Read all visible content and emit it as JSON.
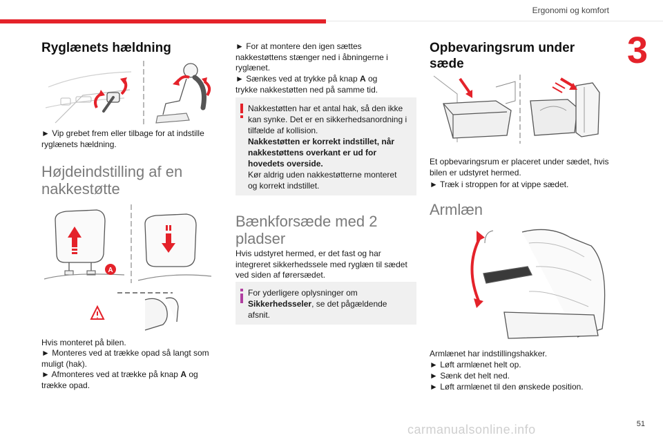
{
  "header": {
    "section_title": "Ergonomi og komfort",
    "chapter_number": "3",
    "page_number": "51"
  },
  "col1": {
    "heading_recline": "Ryglænets hældning",
    "recline_text": "► Vip grebet frem eller tilbage for at indstille ryglænets hældning.",
    "heading_headrest": "Højdeindstilling af en nakkestøtte",
    "label_a": "A",
    "headrest_intro": "Hvis monteret på bilen.",
    "headrest_step1": "► Monteres ved at trække opad så langt som muligt (hak).",
    "headrest_step2_pre": "► Afmonteres ved at trække på knap ",
    "headrest_step2_bold": "A",
    "headrest_step2_post": " og trække opad."
  },
  "col2": {
    "refit_step1": "► For at montere den igen sættes nakkestøttens stænger ned i åbningerne i ryglænet.",
    "refit_step2_pre": "► Sænkes ved at trykke på knap ",
    "refit_step2_bold": "A",
    "refit_step2_post": " og trykke nakkestøtten ned på samme tid.",
    "warning_line1": "Nakkestøtten har et antal hak, så den ikke kan synke. Det er en sikkerhedsanordning i tilfælde af kollision.",
    "warning_bold": "Nakkestøtten er korrekt indstillet, når nakkestøttens overkant er ud for hovedets overside.",
    "warning_line2": "Kør aldrig uden nakkestøtterne monteret og korrekt indstillet.",
    "heading_bench": "Bænkforsæde med 2 pladser",
    "bench_text": "Hvis udstyret hermed, er det fast og har integreret sikkerhedssele med ryglæn til sædet ved siden af førersædet.",
    "info_pre": "For yderligere oplysninger om ",
    "info_bold": "Sikkerhedsseler",
    "info_post": ", se det pågældende afsnit."
  },
  "col3": {
    "heading_storage": "Opbevaringsrum under sæde",
    "storage_text": "Et opbevaringsrum er placeret under sædet, hvis bilen er udstyret hermed.",
    "storage_step": "► Træk i stroppen for at vippe sædet.",
    "heading_armrest": "Armlæn",
    "armrest_intro": "Armlænet har indstillingshakker.",
    "armrest_step1": "► Løft armlænet helt op.",
    "armrest_step2": "► Sænk det helt ned.",
    "armrest_step3": "► Løft armlænet til den ønskede position."
  },
  "footer": {
    "watermark": "carmanualsonline.info"
  },
  "colors": {
    "accent": "#e4222a",
    "info": "#b03fa0",
    "box_bg": "#f0f0f0"
  }
}
